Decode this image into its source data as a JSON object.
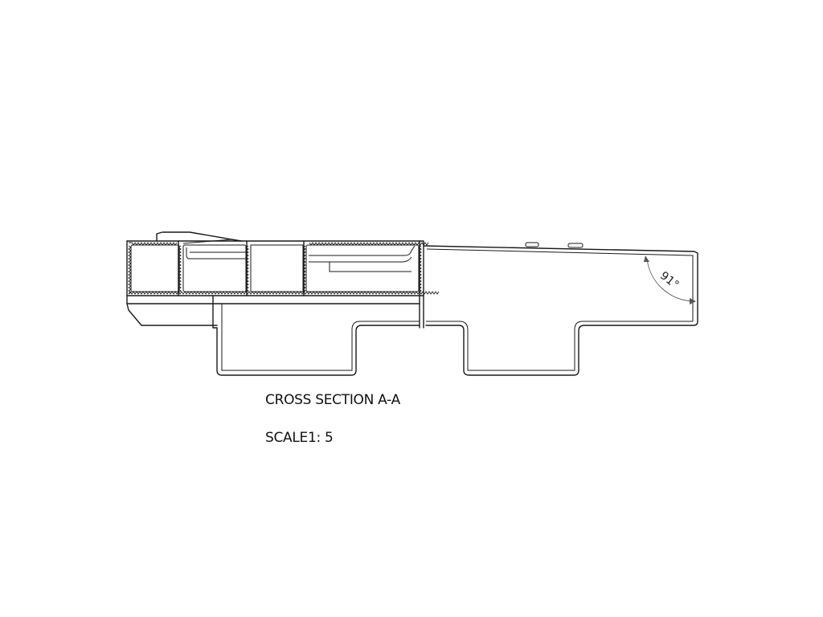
{
  "section": {
    "title": "CROSS SECTION A-A",
    "scale": "SCALE1: 5"
  },
  "dimension": {
    "angle": "91°"
  },
  "colors": {
    "line": "#1a1a1a",
    "background": "#ffffff"
  }
}
